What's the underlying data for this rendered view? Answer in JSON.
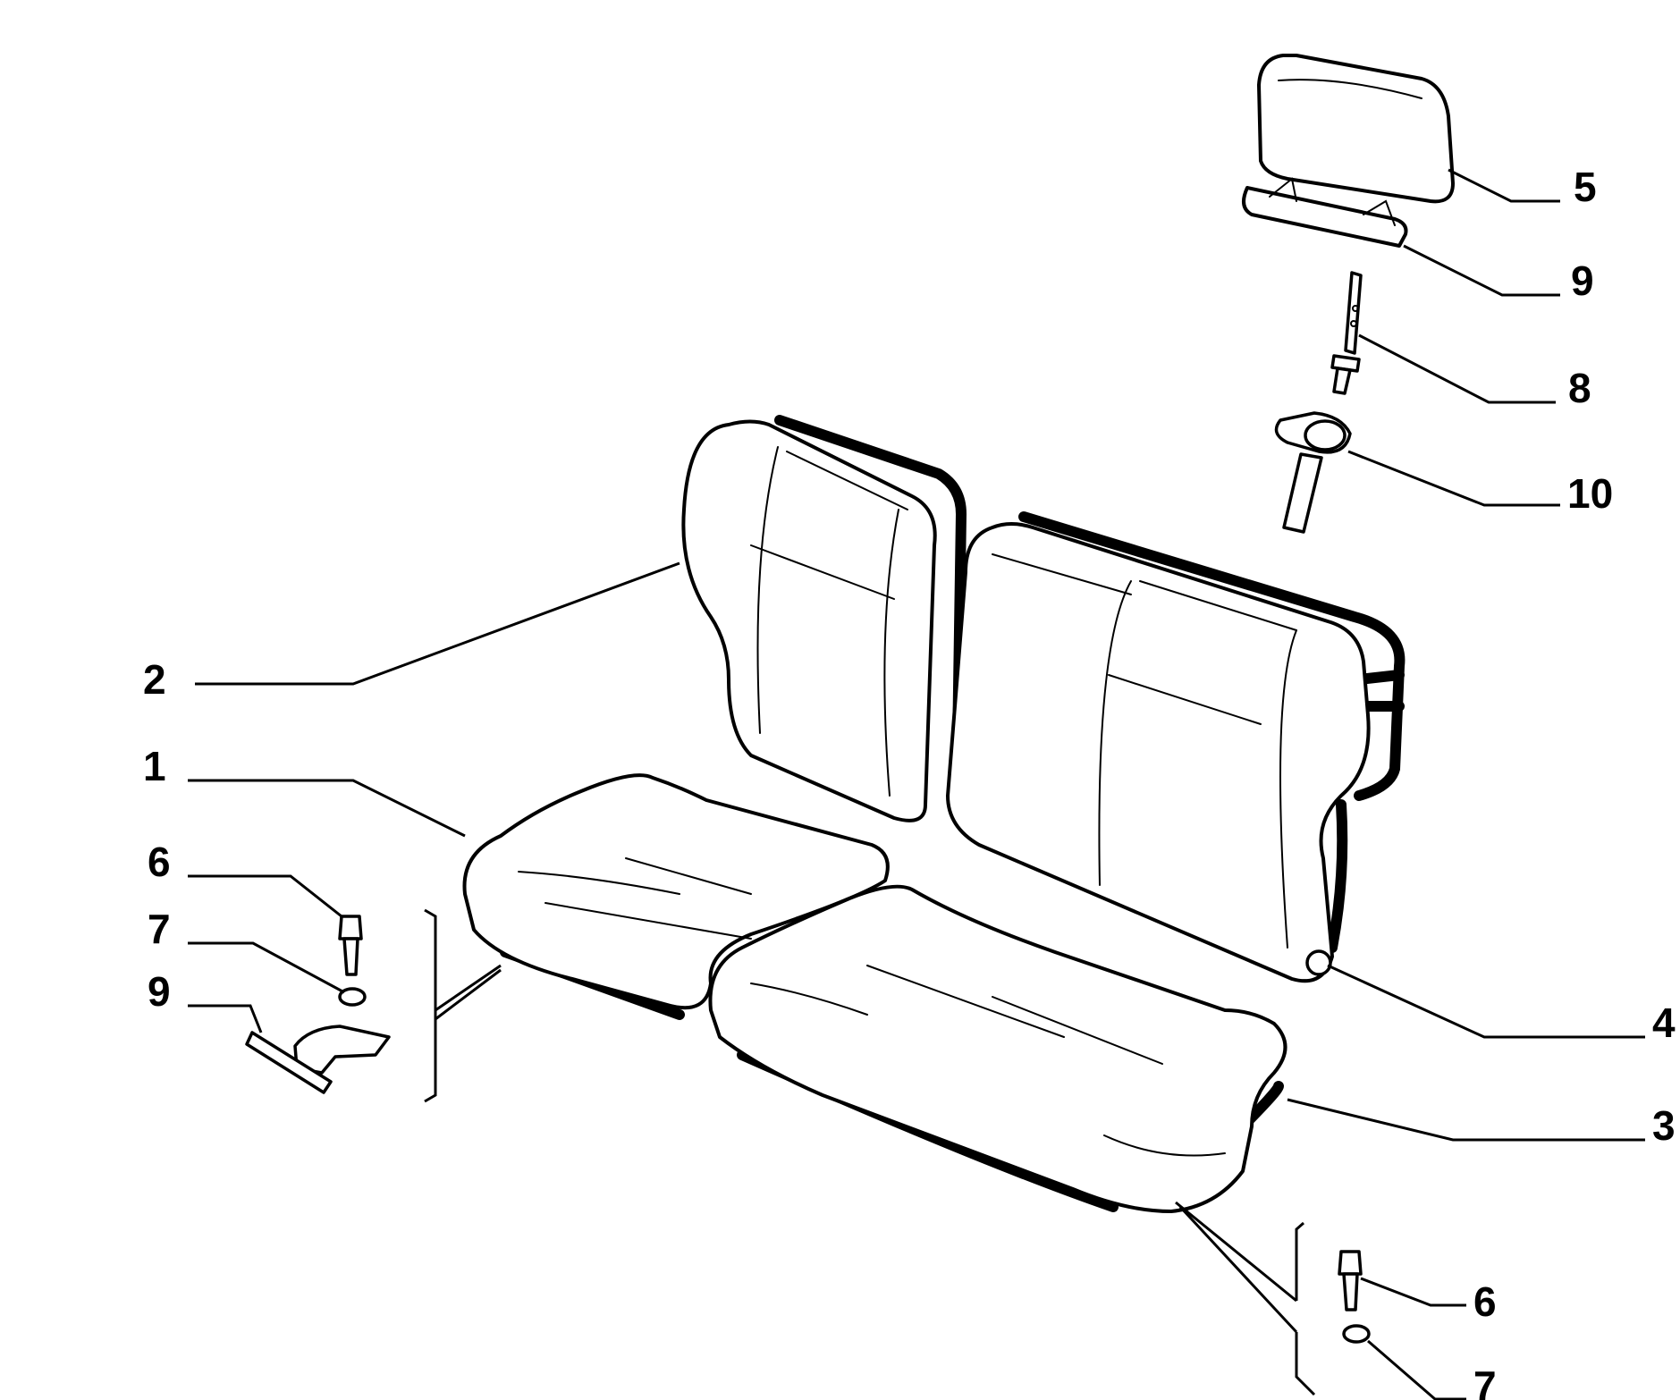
{
  "callouts": [
    {
      "id": "c5a",
      "label": "5"
    },
    {
      "id": "c9a",
      "label": "9"
    },
    {
      "id": "c8",
      "label": "8"
    },
    {
      "id": "c10",
      "label": "10"
    },
    {
      "id": "c2",
      "label": "2"
    },
    {
      "id": "c1",
      "label": "1"
    },
    {
      "id": "c6a",
      "label": "6"
    },
    {
      "id": "c7a",
      "label": "7"
    },
    {
      "id": "c9b",
      "label": "9"
    },
    {
      "id": "c4",
      "label": "4"
    },
    {
      "id": "c3",
      "label": "3"
    },
    {
      "id": "c6b",
      "label": "6"
    },
    {
      "id": "c7b",
      "label": "7"
    }
  ]
}
